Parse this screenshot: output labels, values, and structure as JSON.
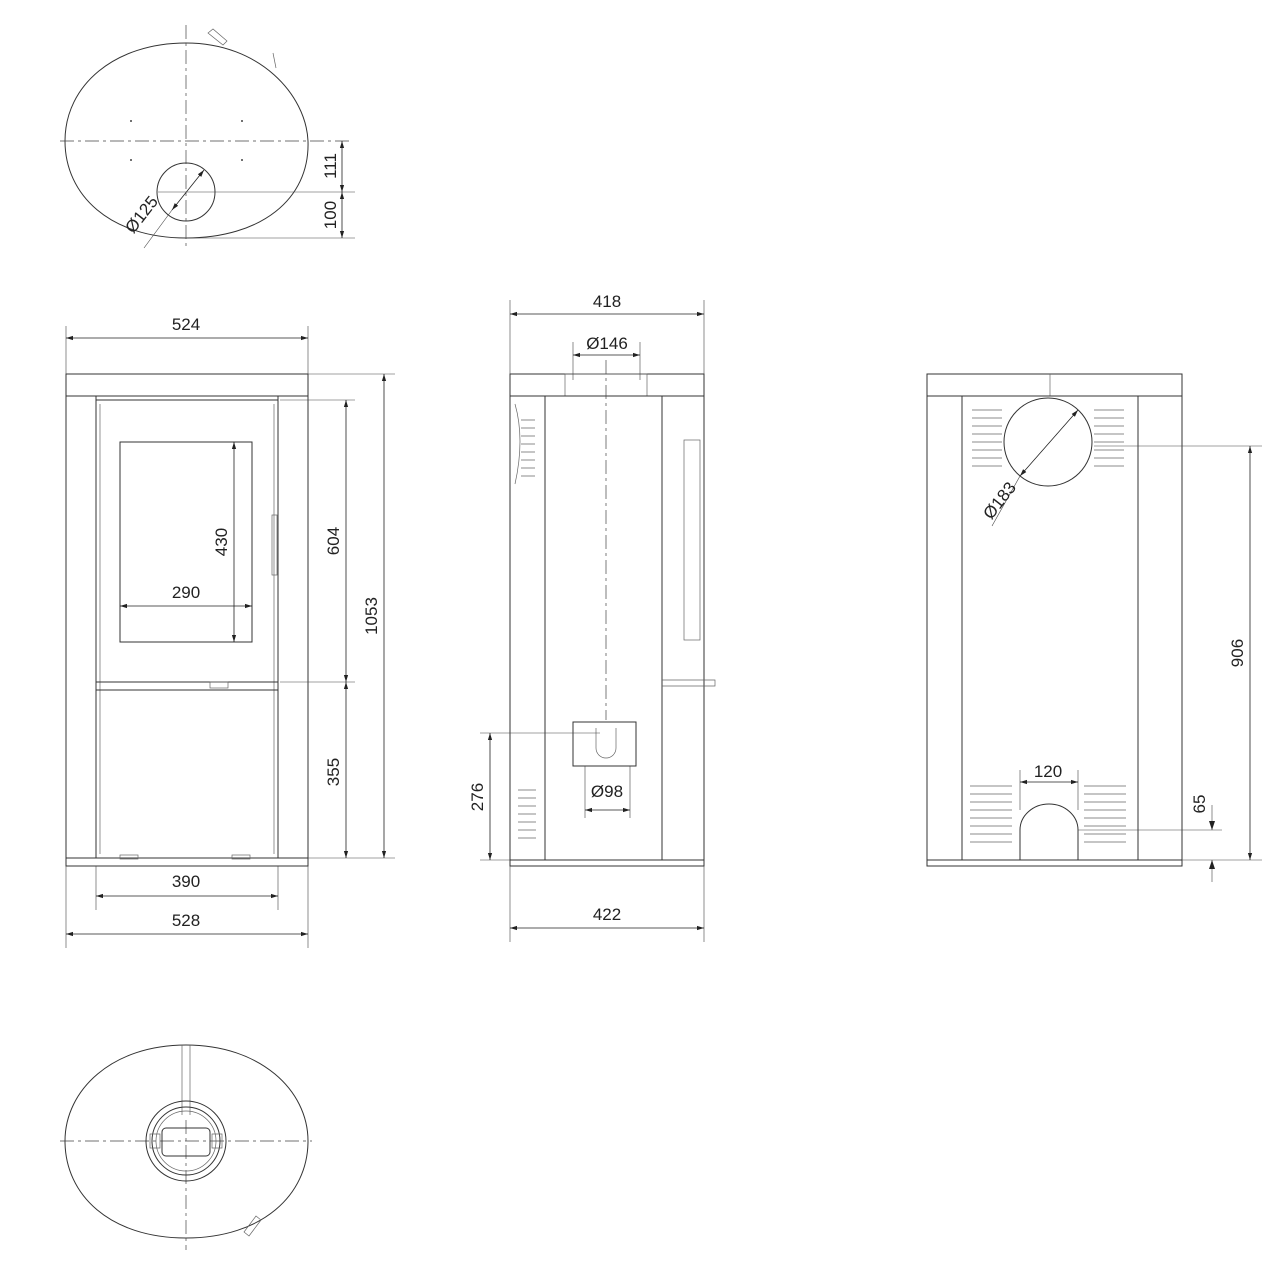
{
  "top_view": {
    "dim_111": "111",
    "dim_100": "100",
    "flue_diameter": "Ø125"
  },
  "front_view": {
    "width_top": "524",
    "height_upper": "604",
    "height_lower": "355",
    "height_total": "1053",
    "glass_width": "290",
    "glass_height": "430",
    "base_inner_width": "390",
    "base_width": "528"
  },
  "side_view": {
    "width_top": "418",
    "top_outlet_diameter": "Ø146",
    "air_inlet_height": "276",
    "air_inlet_diameter": "Ø98",
    "base_width": "422"
  },
  "back_view": {
    "rear_outlet_diameter": "Ø183",
    "rear_outlet_height": "906",
    "opening_width": "120",
    "opening_height": "65"
  }
}
